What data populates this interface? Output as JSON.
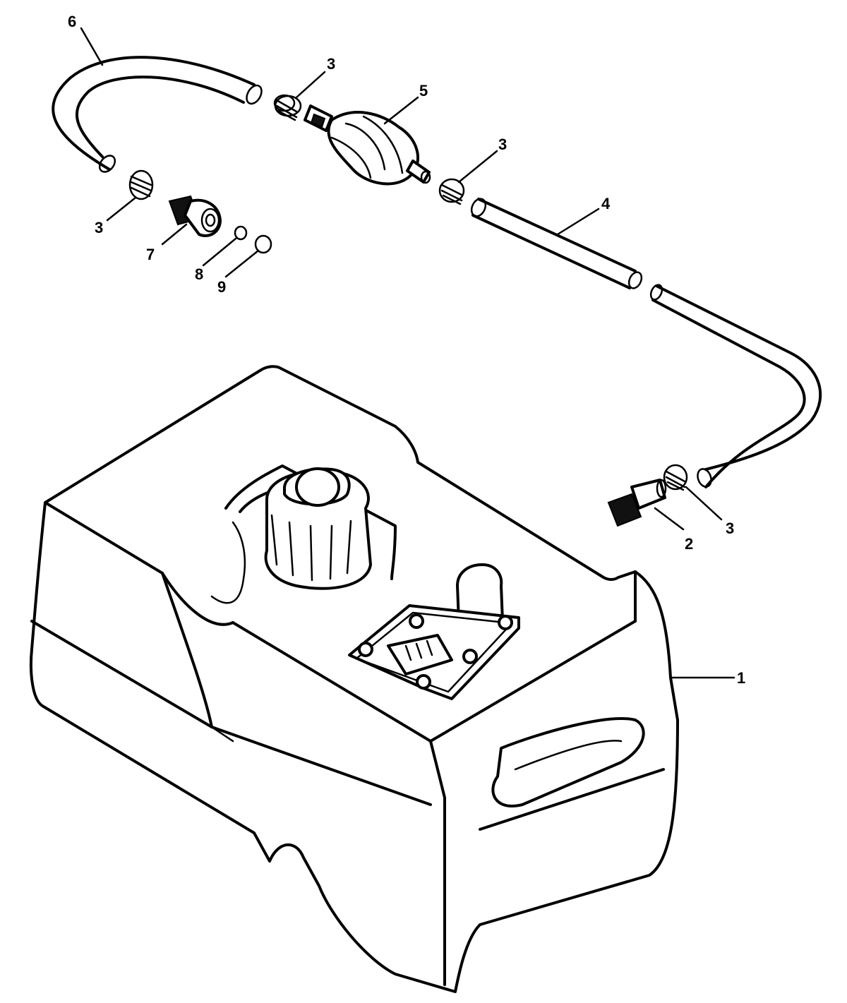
{
  "callouts": {
    "c1": "1",
    "c2": "2",
    "c3a": "3",
    "c3b": "3",
    "c3c": "3",
    "c3d": "3",
    "c4": "4",
    "c5": "5",
    "c6": "6",
    "c7": "7",
    "c8": "8",
    "c9": "9"
  },
  "colors": {
    "ink": "#000000",
    "paper": "#ffffff"
  }
}
